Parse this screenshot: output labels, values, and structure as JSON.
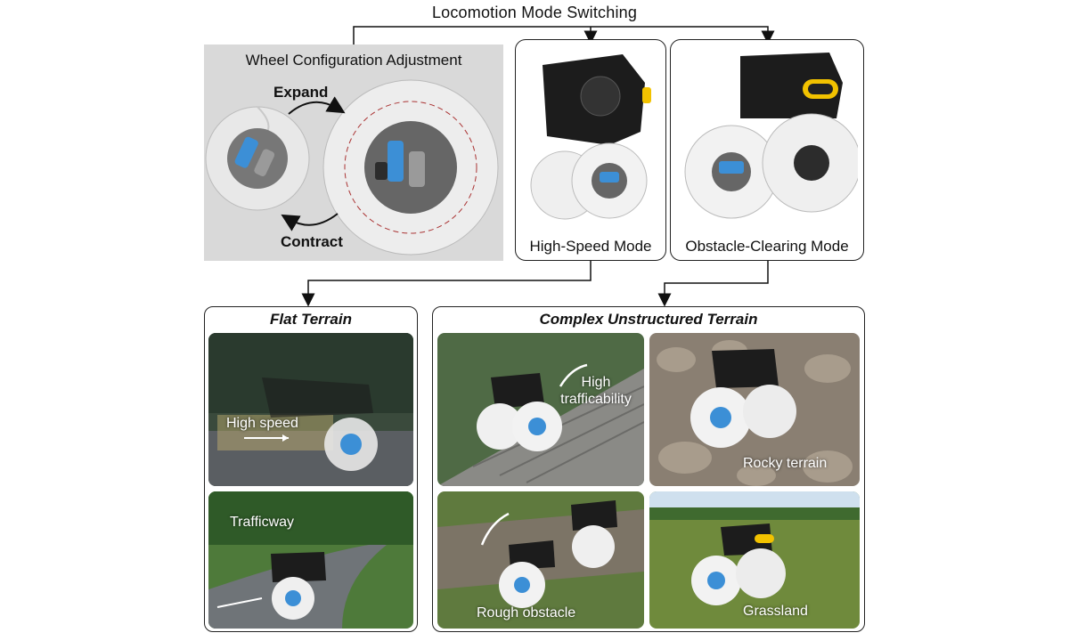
{
  "top_title": "Locomotion Mode Switching",
  "wheel_panel": {
    "title": "Wheel Configuration Adjustment",
    "expand_label": "Expand",
    "contract_label": "Contract"
  },
  "modes": {
    "high_speed": "High-Speed Mode",
    "obstacle_clearing": "Obstacle-Clearing Mode"
  },
  "flat_terrain": {
    "title": "Flat Terrain",
    "photos": [
      "High speed",
      "Trafficway"
    ]
  },
  "complex_terrain": {
    "title": "Complex Unstructured Terrain",
    "photos": [
      "High trafficability",
      "Rocky terrain",
      "Rough obstacle",
      "Grassland"
    ]
  },
  "colors": {
    "panel_gray": "#d9d9d9",
    "robot_body": "#1c1c1c",
    "wheel_white": "#f2f2f2",
    "motor_blue": "#3c8fd6",
    "accent_yellow": "#f2c200"
  }
}
